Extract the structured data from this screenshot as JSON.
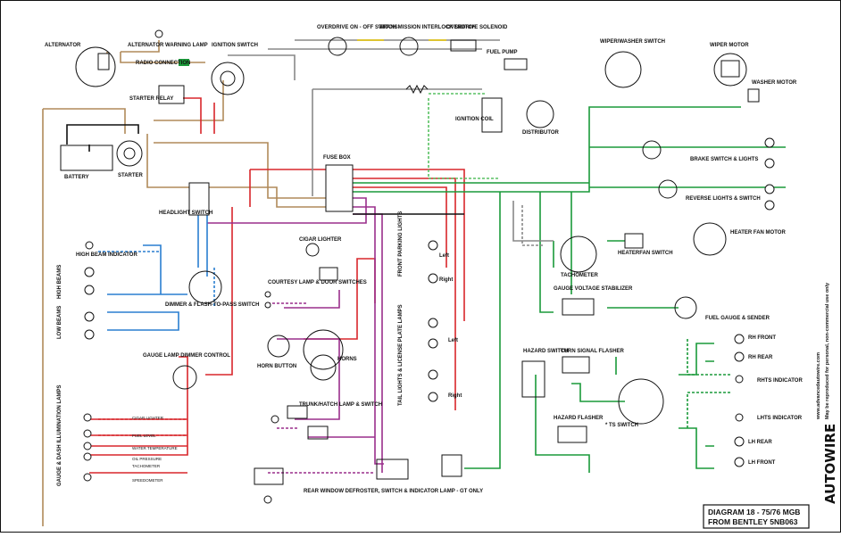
{
  "title": {
    "line1": "DIAGRAM 18 - 75/76 MGB",
    "line2": "FROM BENTLEY 5NB063"
  },
  "brand": "AUTOWIRE",
  "sidebar": {
    "url": "www.advancedautowire.com",
    "copyright": "May be reproduced for personal, non-commercial use only"
  },
  "components": {
    "alternator": "ALTERNATOR",
    "alt_warning": "ALTERNATOR WARNING LAMP",
    "radio": "RADIO CONNECTION",
    "ignition_switch": "IGNITION SWITCH",
    "starter_relay": "STARTER RELAY",
    "overdrive_switch": "OVERDRIVE ON - OFF SWITCH",
    "trans_interlock": "TRANSMISSION INTERLOCK SWITCH",
    "overdrive_solenoid": "OVERDRIVE SOLENOID",
    "fuel_pump": "FUEL PUMP",
    "wiper_washer_switch": "WIPER/WASHER SWITCH",
    "wiper_motor": "WIPER MOTOR",
    "washer_motor": "WASHER MOTOR",
    "ignition_coil": "IGNITION COIL",
    "distributor": "DISTRIBUTOR",
    "battery": "BATTERY",
    "starter": "STARTER",
    "fuse_box": "FUSE BOX",
    "headlight_switch": "HEADLIGHT SWITCH",
    "brake_switch": "BRAKE SWITCH & LIGHTS",
    "reverse_switch": "REVERSE LIGHTS & SWITCH",
    "heater_fan_motor": "HEATER FAN MOTOR",
    "heater_fan_switch": "HEATERFAN SWITCH",
    "tachometer": "TACHOMETER",
    "gauge_voltage": "GAUGE VOLTAGE STABILIZER",
    "fuel_gauge": "FUEL GAUGE & SENDER",
    "high_beam_indicator": "HIGH BEAM INDICATOR",
    "high_beams": "HIGH BEAMS",
    "low_beams": "LOW BEAMS",
    "dimmer": "DIMMER & FLASH-TO-PASS SWITCH",
    "cigar_lighter": "CIGAR LIGHTER",
    "courtesy": "COURTESY LAMP & DOOR SWITCHES",
    "front_parking": "FRONT PARKING LIGHTS",
    "tail_lights": "TAIL LIGHTS & LICENSE PLATE LAMPS",
    "horn_button": "HORN BUTTON",
    "horns": "HORNS",
    "gauge_lamp_dimmer": "GAUGE LAMP DIMMER CONTROL",
    "trunk_lamp": "TRUNK/HATCH LAMP & SWITCH",
    "gauge_dash": "GAUGE & DASH ILLUMINATION LAMPS",
    "rear_defroster": "REAR WINDOW DEFROSTER, SWITCH & INDICATOR LAMP - GT ONLY",
    "hazard_switch": "HAZARD SWITCH",
    "turn_flasher": "TURN SIGNAL FLASHER",
    "hazard_flasher": "HAZARD FLASHER",
    "ts_switch": "* TS SWITCH",
    "rh_front": "RH FRONT",
    "rh_rear": "RH REAR",
    "rhts_indicator": "RHTS INDICATOR",
    "lhts_indicator": "LHTS INDICATOR",
    "lh_rear": "LH REAR",
    "lh_front": "LH FRONT",
    "left": "Left",
    "right": "Right",
    "cigar_lighter_lamp": "CIGAR LIGHTER",
    "fuel_level": "FUEL LEVEL",
    "water_temp": "WATER TEMPERATURE",
    "oil_pressure": "OIL PRESSURE",
    "tachometer_lamp": "TACHOMETER",
    "speedometer": "SPEEDOMETER"
  },
  "colors": {
    "red": "#d8262b",
    "green": "#1a9a3a",
    "purple": "#9a2f8c",
    "blue": "#2a7fd0",
    "brown": "#b08a5a",
    "black": "#111111",
    "gray": "#888888",
    "yellow": "#e8c400",
    "pink": "#ff6aa8",
    "light_green": "#59c163"
  }
}
